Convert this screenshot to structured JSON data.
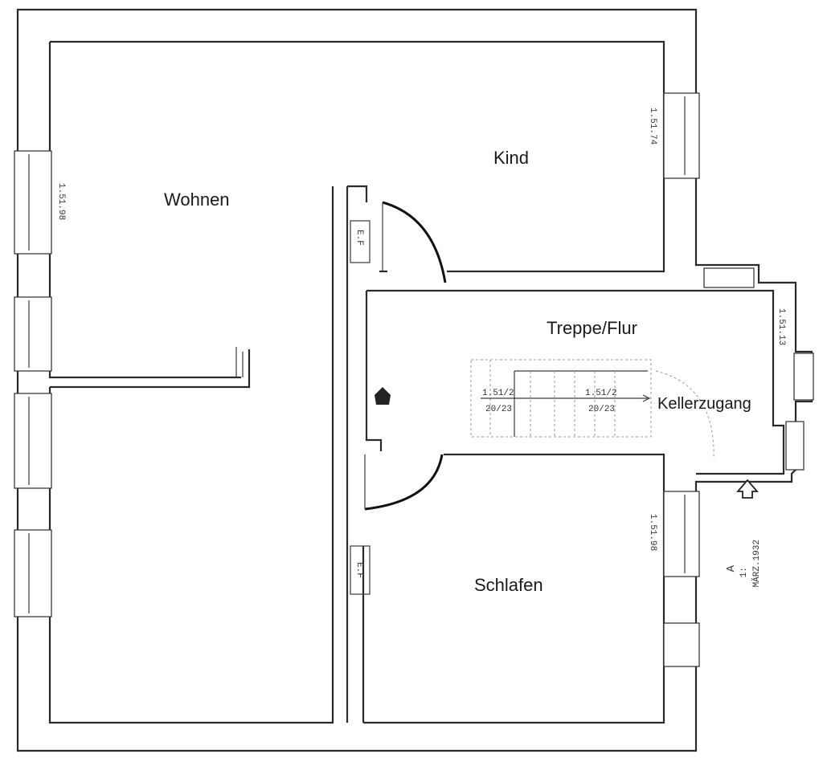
{
  "rooms": {
    "wohnen": "Wohnen",
    "kind": "Kind",
    "treppe_flur": "Treppe/Flur",
    "kellerzugang": "Kellerzugang",
    "schlafen": "Schlafen"
  },
  "stair_annotations": {
    "left_top": "1.51/2",
    "left_bottom": "20/23",
    "right_top": "1.51/2",
    "right_bottom": "20/23"
  },
  "window_marks": {
    "wohnen_left": "1.51.98",
    "kind_right": "1.51.74",
    "flur_right": "1.51.13",
    "schlafen_right": "1.51.98"
  },
  "wall_marks": {
    "kind_door_wall": "E.F",
    "schlafen_door_wall": "E.F"
  },
  "stamp": {
    "line1": "A",
    "line2": "1:",
    "line3": "MÄRZ.1932"
  }
}
